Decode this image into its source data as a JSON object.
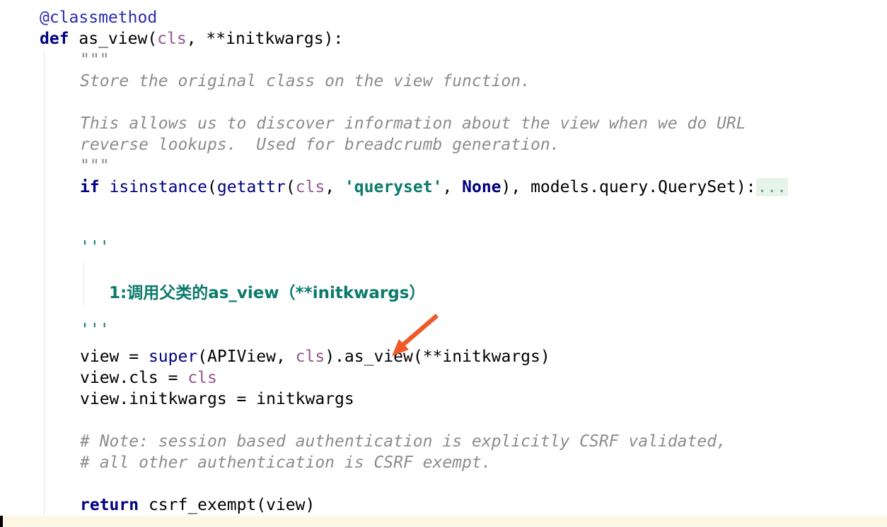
{
  "code": {
    "decorator": "@classmethod",
    "def_kw": "def",
    "func_sig_1": " as_view(",
    "param_cls": "cls",
    "func_sig_2": ", **initkwargs):",
    "docstring_open": "\"\"\"",
    "doc_line_1": "Store the original class on the view function.",
    "doc_line_2": "This allows us to discover information about the view when we do URL",
    "doc_line_3": "reverse lookups.  Used for breadcrumb generation.",
    "docstring_close": "\"\"\"",
    "if_kw": "if",
    "if_rest_1": " ",
    "if_builtin_isinstance": "isinstance",
    "if_rest_2": "(",
    "if_builtin_getattr": "getattr",
    "if_rest_3": "(",
    "if_param_cls": "cls",
    "if_rest_4": ", ",
    "if_str": "'queryset'",
    "if_rest_5": ", ",
    "if_none": "None",
    "if_rest_6": "), models.query.QuerySet):",
    "if_fold": "...",
    "triple_single_open": "'''",
    "note_cn": "1:调用父类的as_view（**initkwargs）",
    "triple_single_close": "'''",
    "view_line_1": "view = ",
    "view_super": "super",
    "view_line_2": "(APIView, ",
    "view_cls": "cls",
    "view_line_3": ").as_view(**initkwargs)",
    "view_cls_line_1": "view.cls = ",
    "view_cls_line_cls": "cls",
    "view_initkwargs_line": "view.initkwargs = initkwargs",
    "comment_1": "# Note: session based authentication is explicitly CSRF validated,",
    "comment_2": "# all other authentication is CSRF exempt.",
    "return_kw": "return",
    "return_rest": " csrf_exempt(view)"
  },
  "colors": {
    "keyword": "#000080",
    "parameter": "#94558d",
    "docstring": "#8c8c8c",
    "string": "#0b7a6d",
    "annotation_arrow": "#f05a28",
    "status_bar": "#fdf8e4"
  }
}
